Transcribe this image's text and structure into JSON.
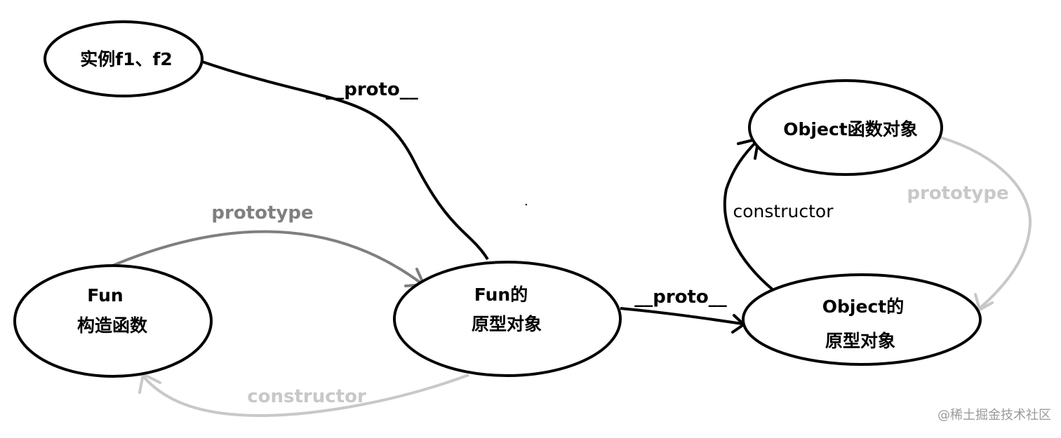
{
  "colors": {
    "black": "#000000",
    "dark_gray": "#7f7f7f",
    "light_gray": "#c8c8c8"
  },
  "nodes": {
    "instances": {
      "line1": "实例f1、f2"
    },
    "fun_constructor": {
      "line1": "Fun",
      "line2": "构造函数"
    },
    "fun_prototype": {
      "line1": "Fun的",
      "line2": "原型对象"
    },
    "object_function": {
      "line1": "Object函数对象"
    },
    "object_prototype": {
      "line1": "Object的",
      "line2": "原型对象"
    }
  },
  "edges": {
    "instances_proto": "__proto__",
    "fun_prototype_link": "prototype",
    "fun_constructor_link": "constructor",
    "fun_proto_to_object_proto": "__proto__",
    "object_constructor_link": "constructor",
    "object_prototype_link": "prototype"
  },
  "watermark": "@稀土掘金技术社区"
}
